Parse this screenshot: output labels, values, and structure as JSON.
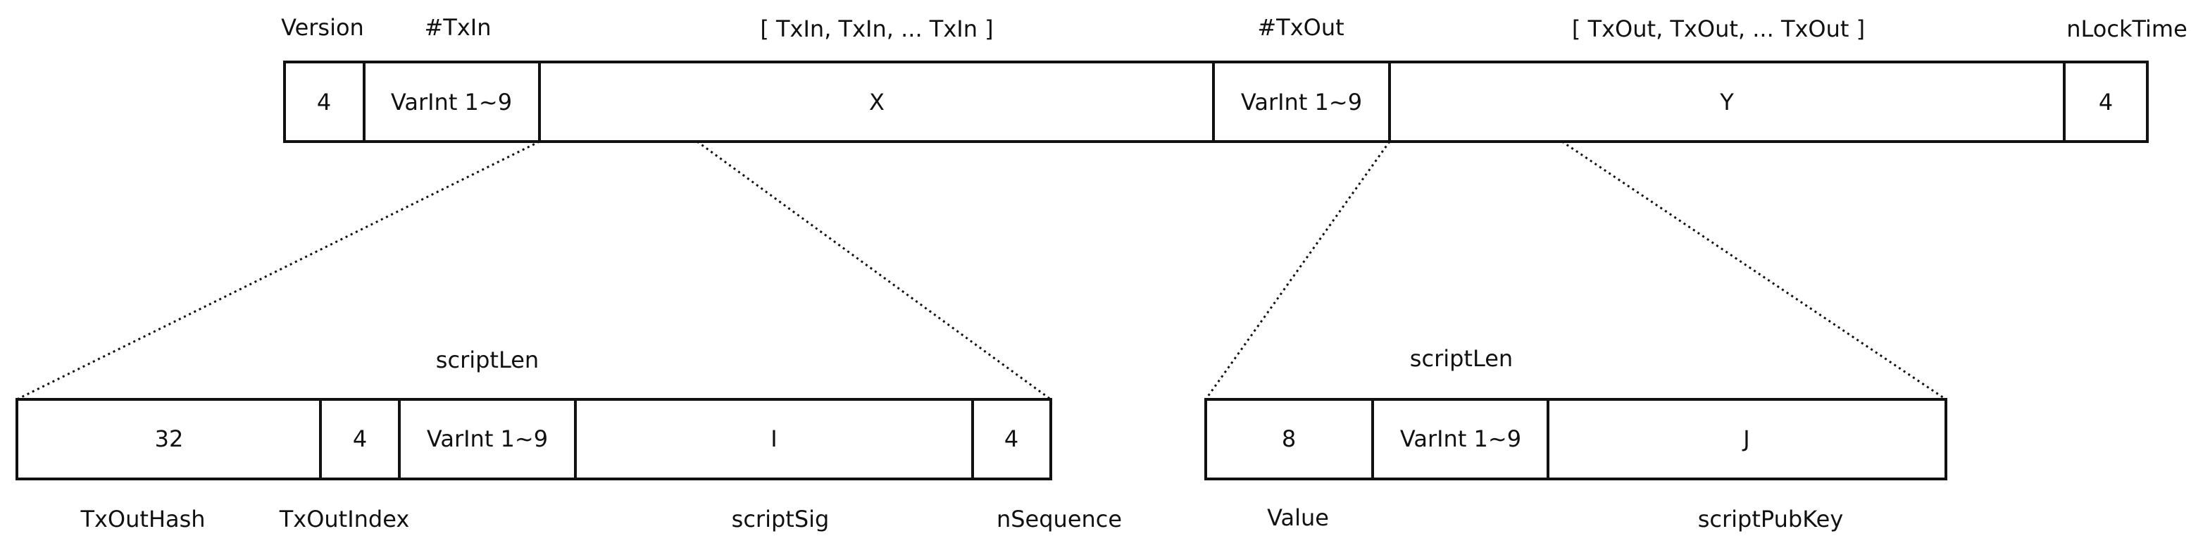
{
  "transaction": {
    "labels": {
      "version": "Version",
      "txin_count": "#TxIn",
      "txin_list": "[ TxIn, TxIn, ... TxIn ]",
      "txout_count": "#TxOut",
      "txout_list": "[ TxOut, TxOut, ... TxOut ]",
      "locktime": "nLockTime"
    },
    "cells": {
      "version": "4",
      "txin_count": "VarInt 1~9",
      "txin_list": "X",
      "txout_count": "VarInt 1~9",
      "txout_list": "Y",
      "locktime": "4"
    }
  },
  "txin": {
    "top_labels": {
      "script_len": "scriptLen"
    },
    "cells": {
      "hash": "32",
      "index": "4",
      "script_len": "VarInt 1~9",
      "script_sig": "I",
      "sequence": "4"
    },
    "bottom_labels": {
      "hash": "TxOutHash",
      "index": "TxOutIndex",
      "script_sig": "scriptSig",
      "sequence": "nSequence"
    }
  },
  "txout": {
    "top_labels": {
      "script_len": "scriptLen"
    },
    "cells": {
      "value": "8",
      "script_len": "VarInt 1~9",
      "script_pubkey": "J"
    },
    "bottom_labels": {
      "value": "Value",
      "script_pubkey": "scriptPubKey"
    }
  }
}
